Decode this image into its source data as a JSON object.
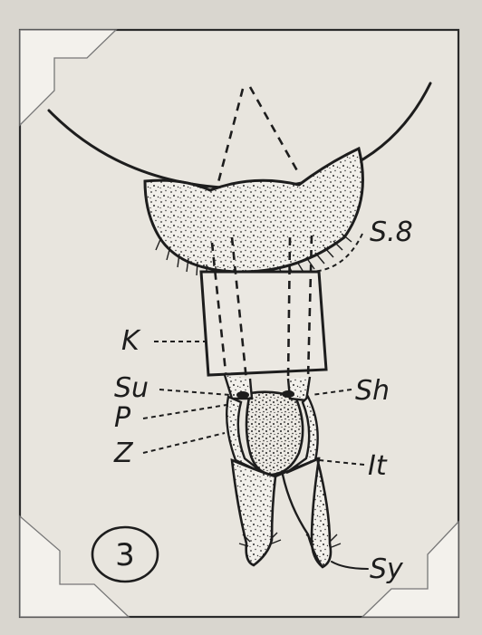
{
  "figure": {
    "number": "3",
    "labels": {
      "s8": "S.8",
      "k": "K",
      "su": "Su",
      "p": "P",
      "z": "Z",
      "sh": "Sh",
      "it": "It",
      "sy": "Sy"
    }
  },
  "colors": {
    "paper": "#e8e5de",
    "background": "#d9d6cf",
    "ink": "#1d1d1d",
    "corner": "#f2f0ec"
  }
}
